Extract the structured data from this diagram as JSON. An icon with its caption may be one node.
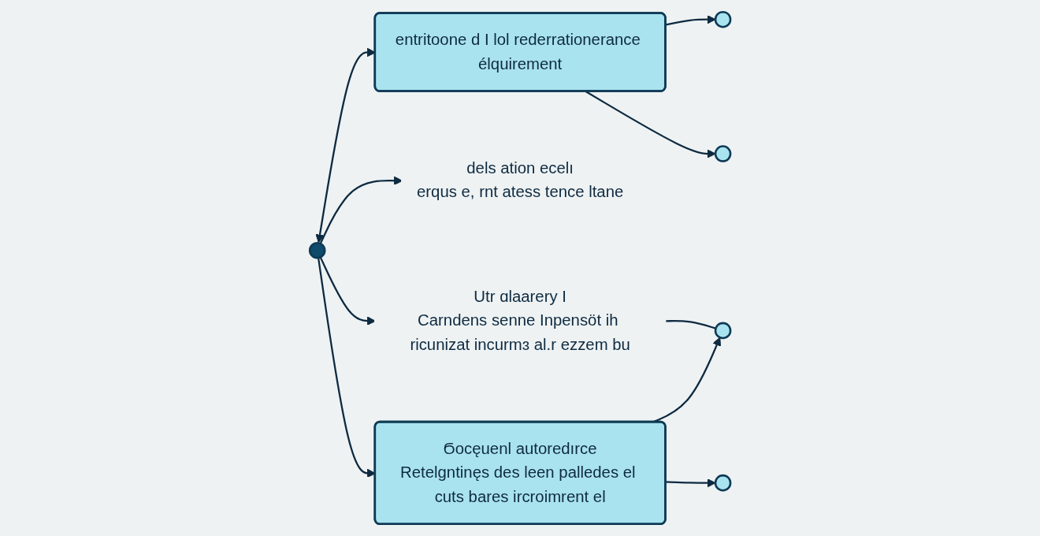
{
  "diagram": {
    "nodes": [
      {
        "text": [],
        "shape": "circle"
      },
      {
        "text": [
          "entritoone d I lol rederrationerance élquirement"
        ]
      },
      {
        "text": [],
        "shape": "circle"
      },
      {
        "text": [],
        "shape": "circle"
      },
      {
        "text": [],
        "shape": "circle"
      },
      {
        "text": [
          "Ϭocęuenl autoredırce",
          "Retelgntinęs des leen palledes el cuts bares ircroimrent el"
        ]
      },
      {
        "text": [],
        "shape": "circle"
      },
      {
        "text": [
          "dels ation ecelı",
          "erqus e, rnt atess tence ltane"
        ]
      },
      {
        "text": [
          "Utr ɑlaarery I",
          "Carndens senne Inpensöt ih ricunizat incurmɜ al.r ezzem bu"
        ]
      }
    ],
    "edges": [
      {
        "from": 1,
        "to": 0,
        "arrow": "to"
      },
      {
        "from": 1,
        "to": 2,
        "arrow": "to"
      },
      {
        "from": 3,
        "to": 1,
        "arrow": "both"
      },
      {
        "from": 3,
        "to": 7,
        "arrow": "to"
      },
      {
        "from": 3,
        "to": 8,
        "arrow": "to"
      },
      {
        "from": 3,
        "to": 5,
        "arrow": "to"
      },
      {
        "from": 5,
        "to": 4,
        "arrow": "to"
      },
      {
        "from": 5,
        "to": 6,
        "arrow": "to"
      },
      {
        "from": 8,
        "to": 6,
        "arrow": "none"
      }
    ]
  }
}
